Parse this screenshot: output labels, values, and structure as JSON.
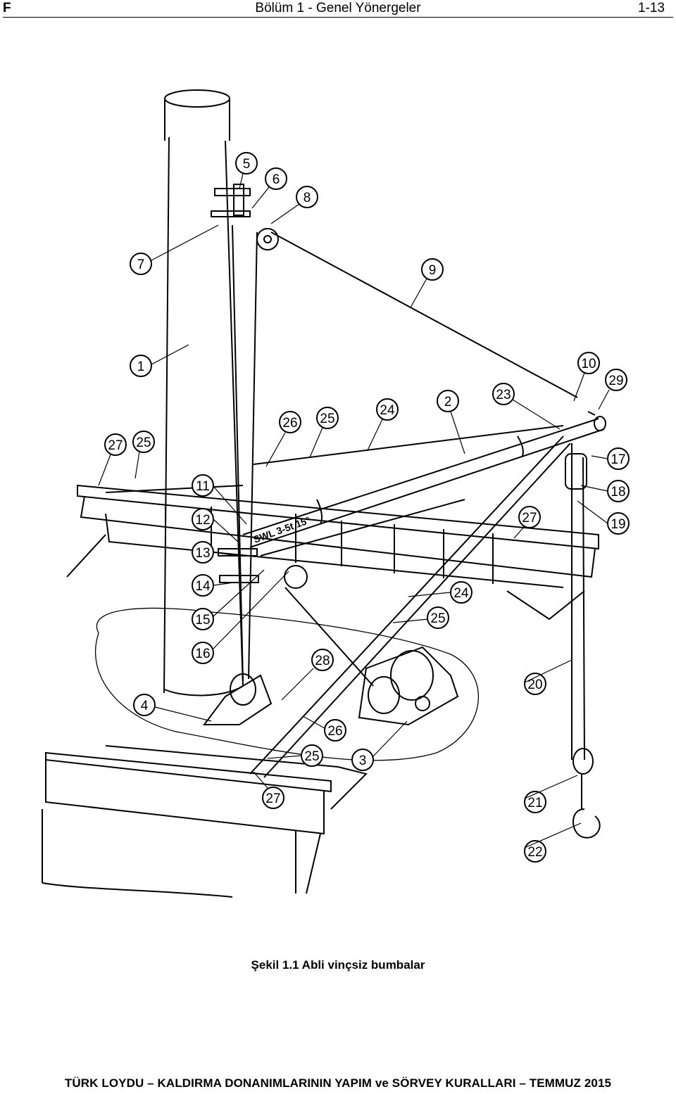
{
  "header": {
    "section_letter": "F",
    "chapter_title": "Bölüm 1 - Genel Yönergeler",
    "page_number": "1-13"
  },
  "figure": {
    "boom_marking": "SWL 3-5t 15°",
    "callouts": [
      "1",
      "2",
      "3",
      "4",
      "5",
      "6",
      "7",
      "8",
      "9",
      "10",
      "11",
      "12",
      "13",
      "14",
      "15",
      "16",
      "17",
      "18",
      "19",
      "20",
      "21",
      "22",
      "23",
      "24",
      "24",
      "25",
      "25",
      "25",
      "25",
      "26",
      "26",
      "27",
      "27",
      "27",
      "28",
      "29"
    ]
  },
  "caption": "Şekil 1.1 Abli vinçsiz bumbalar",
  "footer": "TÜRK LOYDU – KALDIRMA DONANIMLARININ YAPIM ve SÖRVEY KURALLARI – TEMMUZ 2015"
}
